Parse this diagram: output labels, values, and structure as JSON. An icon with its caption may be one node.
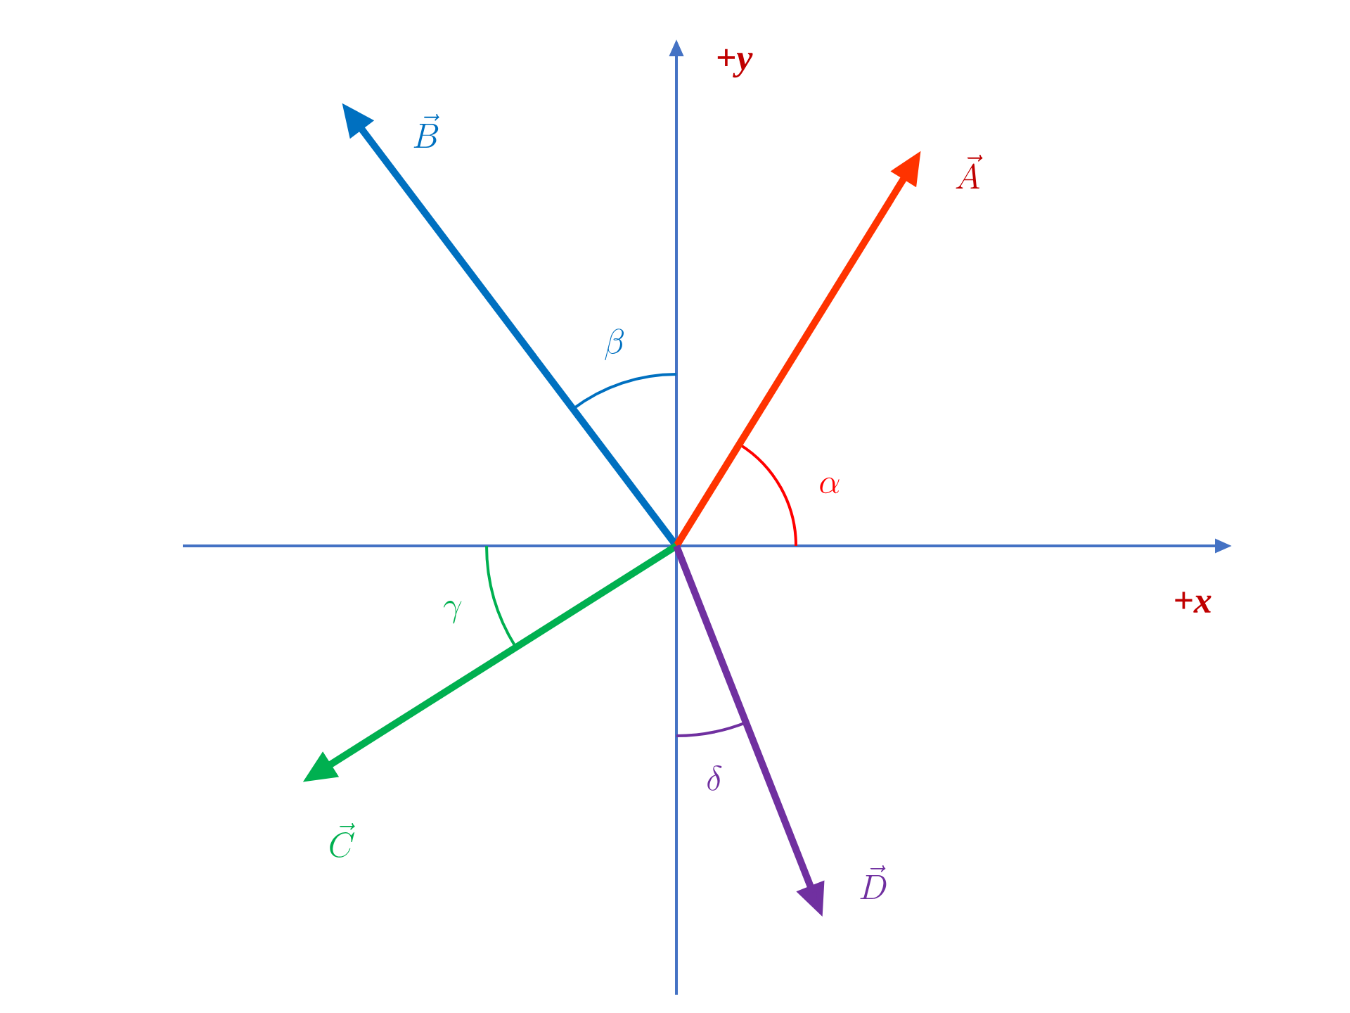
{
  "diagram": {
    "nodes": [
      {
        "text": [
          "\\vec{B}"
        ]
      },
      {
        "text": [
          "\\vec{A}"
        ]
      },
      {
        "text": [
          "\\vec{C}"
        ]
      },
      {
        "text": [
          "\\vec{D}"
        ]
      }
    ],
    "edges": [
      {
        "from": null,
        "to": 0,
        "arrow": "to",
        "color": "#0070c0"
      },
      {
        "from": null,
        "to": 1,
        "arrow": "to",
        "color": "#ff3300"
      },
      {
        "from": null,
        "to": 2,
        "arrow": "to",
        "color": "#00b050"
      },
      {
        "from": null,
        "to": 3,
        "arrow": "to",
        "color": "#7030a0"
      }
    ],
    "labels": [
      "+y",
      "\\beta",
      "\\alpha",
      "+x",
      "\\gamma",
      "\\delta"
    ]
  }
}
